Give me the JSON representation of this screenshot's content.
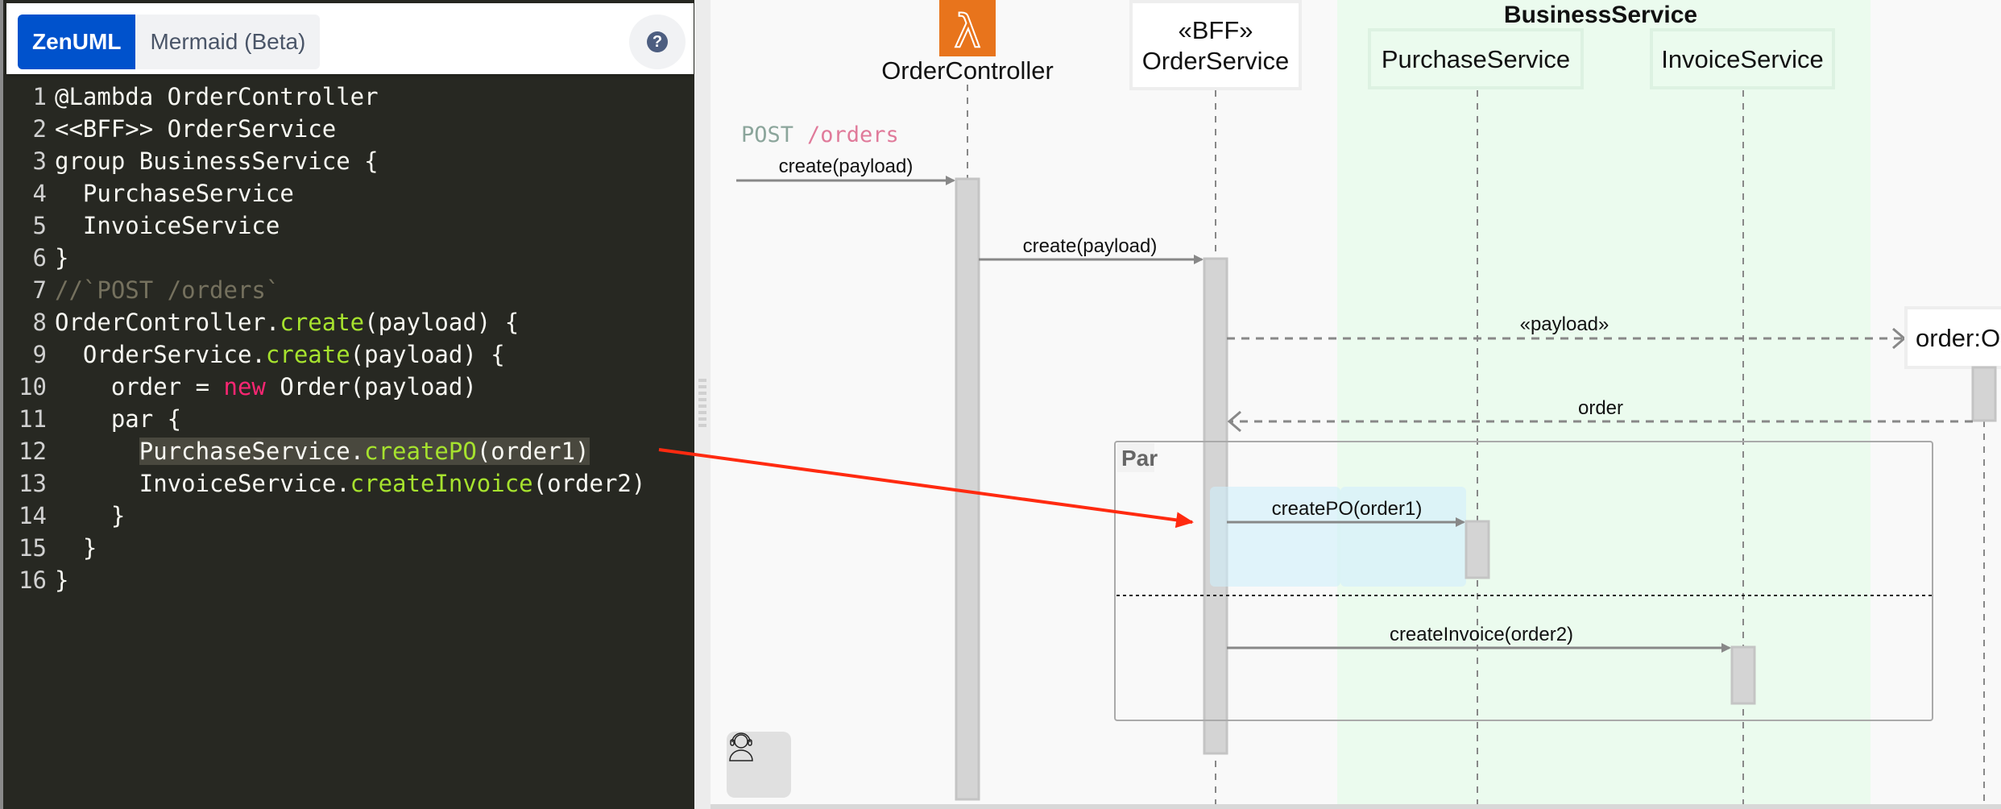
{
  "tabs": [
    {
      "label": "ZenUML",
      "active": true
    },
    {
      "label": "Mermaid (Beta)",
      "active": false
    }
  ],
  "help_icon": "question-circle-icon",
  "editor": {
    "lines": [
      {
        "n": "1",
        "parts": [
          [
            "@Lambda OrderController",
            ""
          ]
        ]
      },
      {
        "n": "2",
        "parts": [
          [
            "<<BFF>> OrderService",
            ""
          ]
        ]
      },
      {
        "n": "3",
        "parts": [
          [
            "group BusinessService {",
            ""
          ]
        ]
      },
      {
        "n": "4",
        "parts": [
          [
            "  PurchaseService",
            ""
          ]
        ]
      },
      {
        "n": "5",
        "parts": [
          [
            "  InvoiceService",
            ""
          ]
        ]
      },
      {
        "n": "6",
        "parts": [
          [
            "}",
            ""
          ]
        ]
      },
      {
        "n": "7",
        "parts": [
          [
            "//`POST /orders`",
            "cm"
          ]
        ]
      },
      {
        "n": "8",
        "parts": [
          [
            "OrderController.",
            ""
          ],
          [
            "create",
            "fn"
          ],
          [
            "(payload) {",
            ""
          ]
        ]
      },
      {
        "n": "9",
        "parts": [
          [
            "  OrderService.",
            ""
          ],
          [
            "create",
            "fn"
          ],
          [
            "(payload) {",
            ""
          ]
        ]
      },
      {
        "n": "10",
        "parts": [
          [
            "    order = ",
            ""
          ],
          [
            "new",
            "kw"
          ],
          [
            " Order(payload)",
            ""
          ]
        ]
      },
      {
        "n": "11",
        "parts": [
          [
            "    par {",
            ""
          ]
        ]
      },
      {
        "n": "12",
        "parts": [
          [
            "      ",
            ""
          ],
          [
            "PurchaseService.",
            "hl"
          ],
          [
            "createPO",
            "hl fn"
          ],
          [
            "(order1)",
            "hl"
          ]
        ]
      },
      {
        "n": "13",
        "parts": [
          [
            "      InvoiceService.",
            ""
          ],
          [
            "createInvoice",
            "fn"
          ],
          [
            "(order2)",
            ""
          ]
        ]
      },
      {
        "n": "14",
        "parts": [
          [
            "    }",
            ""
          ]
        ]
      },
      {
        "n": "15",
        "parts": [
          [
            "  }",
            ""
          ]
        ]
      },
      {
        "n": "16",
        "parts": [
          [
            "}",
            ""
          ]
        ]
      }
    ]
  },
  "diagram": {
    "group_label": "BusinessService",
    "participants": {
      "controller": {
        "name": "OrderController",
        "icon": "aws-lambda-icon",
        "color": "#e8741c"
      },
      "service": {
        "stereotype": "«BFF»",
        "name": "OrderService"
      },
      "purchase": {
        "name": "PurchaseService"
      },
      "invoice": {
        "name": "InvoiceService"
      },
      "order": {
        "name": "order:O"
      }
    },
    "comment": {
      "method": "POST",
      "path": "/orders"
    },
    "messages": {
      "m1": "create(payload)",
      "m2": "create(payload)",
      "m3": "«payload»",
      "m4": "order",
      "m5": "createPO(order1)",
      "m6": "createInvoice(order2)"
    },
    "fragment_label": "Par",
    "colors": {
      "group": "#ebfbee",
      "highlight": "#d6f0fb",
      "annotation": "#ff2a10",
      "lifeline": "#888888"
    }
  },
  "support_icon": "headset-support-icon"
}
